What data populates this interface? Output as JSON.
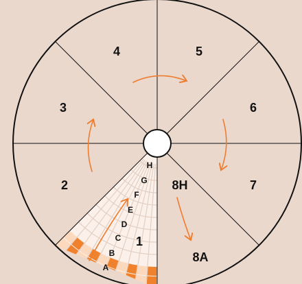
{
  "colors": {
    "background": "#ead8cd",
    "line": "#111111",
    "arrow": "#ee7d2f",
    "wedge_fill": "#fbf1ea",
    "grid_line": "#e3cfc3",
    "seat_orange": "#f0822e",
    "seat_light": "#fcd9bc"
  },
  "sectors": [
    {
      "id": "s1",
      "label": "1"
    },
    {
      "id": "s2",
      "label": "2"
    },
    {
      "id": "s3",
      "label": "3"
    },
    {
      "id": "s4",
      "label": "4"
    },
    {
      "id": "s5",
      "label": "5"
    },
    {
      "id": "s6",
      "label": "6"
    },
    {
      "id": "s7",
      "label": "7"
    },
    {
      "id": "s8h",
      "label": "8H"
    },
    {
      "id": "s8a",
      "label": "8A"
    }
  ],
  "rows": [
    "H",
    "G",
    "F",
    "E",
    "D",
    "C",
    "B",
    "A"
  ],
  "arrows": [
    {
      "name": "arrow-2-to-3"
    },
    {
      "name": "arrow-4-to-5"
    },
    {
      "name": "arrow-6-to-7"
    },
    {
      "name": "arrow-8h-to-8a"
    },
    {
      "name": "arrow-a-to-h"
    }
  ]
}
